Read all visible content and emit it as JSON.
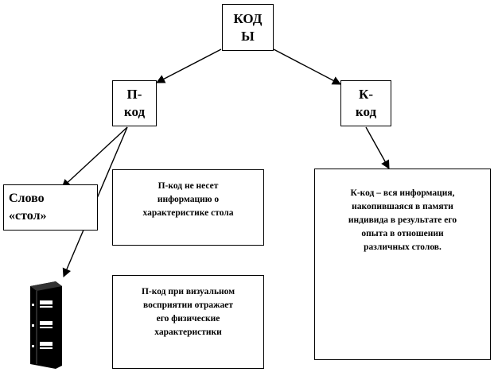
{
  "nodes": {
    "root": "КОД\nЫ",
    "p_code": "П-\nкод",
    "k_code": "К-\nкод",
    "word": "Слово\n«стол»",
    "p_desc_1": "П-код не несет\nинформацию о\nхарактеристике стола",
    "p_desc_2": "П-код при визуальном\nвосприятии отражает\nего физические\nхарактеристики",
    "k_desc": "К-код – вся информация,\nнакопившаяся в памяти\nиндивида в результате его\nопыта в отношении\nразличных столов."
  },
  "icons": {
    "cabinet": "filing-cabinet-icon"
  }
}
